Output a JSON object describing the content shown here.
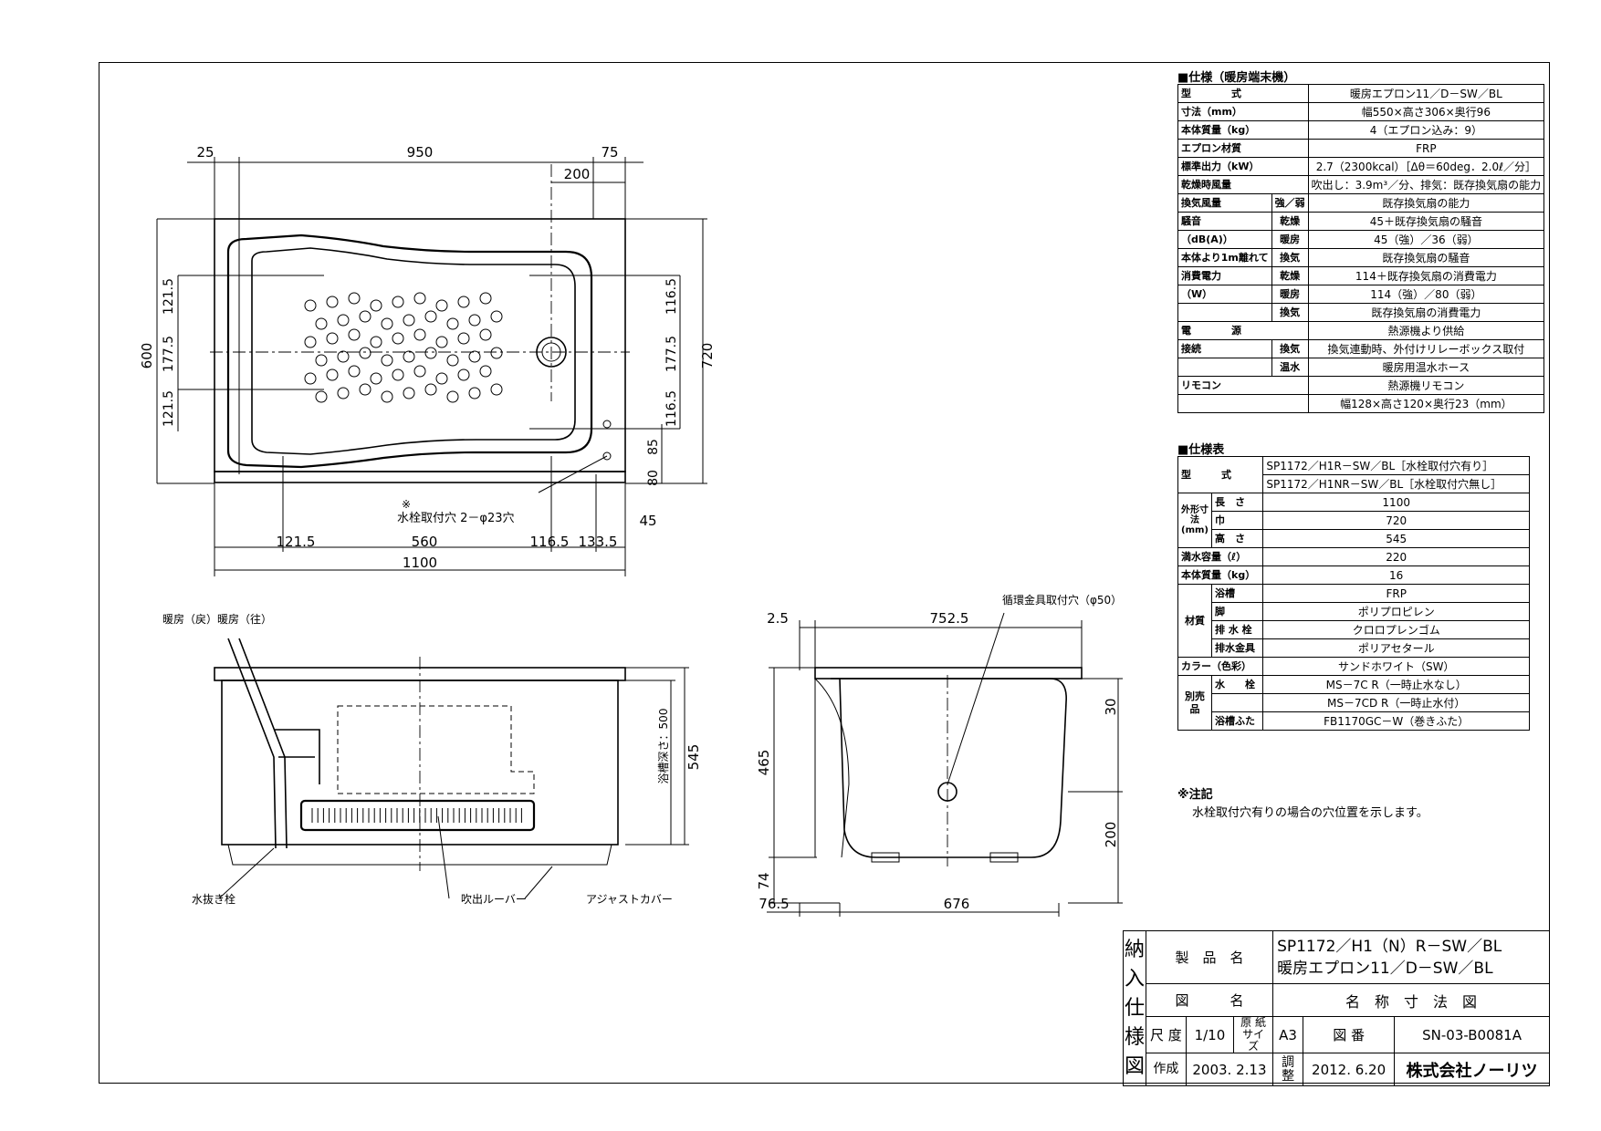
{
  "spec1": {
    "title": "■仕様（暖房端末機）",
    "rows": [
      {
        "label": "型　　　　式",
        "value": "暖房エプロン11／D－SW／BL"
      },
      {
        "label": "寸法（mm）",
        "value": "幅550×高さ306×奥行96"
      },
      {
        "label": "本体質量（kg）",
        "value": "4（エプロン込み：9）"
      },
      {
        "label": "エプロン材質",
        "value": "FRP"
      },
      {
        "label": "標準出力（kW）",
        "value": "2.7（2300kcal）［Δθ＝60deg．2.0ℓ／分］"
      },
      {
        "label": "乾燥時風量",
        "value": "吹出し：3.9m³／分、排気：既存換気扇の能力"
      },
      {
        "label": "換気風量",
        "sub": "強／弱",
        "value": "既存換気扇の能力"
      },
      {
        "label": "騒音",
        "sub": "乾燥",
        "value": "45＋既存換気扇の騒音"
      },
      {
        "label": "（dB(A)）",
        "sub": "暖房",
        "value": "45（強）／36（弱）"
      },
      {
        "label": "本体より1m離れて",
        "sub": "換気",
        "value": "既存換気扇の騒音"
      },
      {
        "label": "消費電力",
        "sub": "乾燥",
        "value": "114＋既存換気扇の消費電力"
      },
      {
        "label": "（W）",
        "sub": "暖房",
        "value": "114（強）／80（弱）"
      },
      {
        "label": "",
        "sub": "換気",
        "value": "既存換気扇の消費電力"
      },
      {
        "label": "電　　　　源",
        "value": "熱源機より供給"
      },
      {
        "label": "接続",
        "sub": "換気",
        "value": "換気連動時、外付けリレーボックス取付"
      },
      {
        "label": "",
        "sub": "温水",
        "value": "暖房用温水ホース"
      },
      {
        "label": "リモコン",
        "value": "熱源機リモコン"
      },
      {
        "label": "",
        "value": "幅128×高さ120×奥行23（mm）"
      }
    ]
  },
  "spec2": {
    "title": "■仕様表",
    "model_label": "型　　　式",
    "models": [
      "SP1172／H1R－SW／BL［水栓取付穴有り］",
      "SP1172／H1NR－SW／BL［水栓取付穴無し］"
    ],
    "dim_group": "外形寸法(mm)",
    "rows": [
      {
        "label": "長　さ",
        "value": "1100"
      },
      {
        "label": "巾",
        "value": "720"
      },
      {
        "label": "高　さ",
        "value": "545"
      },
      {
        "label": "満水容量（ℓ）",
        "value": "220"
      },
      {
        "label": "本体質量（kg）",
        "value": "16"
      },
      {
        "label": "浴槽",
        "value": "FRP"
      },
      {
        "label": "脚",
        "value": "ポリプロピレン"
      },
      {
        "label": "排 水 栓",
        "value": "クロロプレンゴム"
      },
      {
        "label": "排水金具",
        "value": "ポリアセタール"
      },
      {
        "label": "カラー（色彩）",
        "value": "サンドホワイト（SW）"
      },
      {
        "label": "水　　栓",
        "value": "MS－7C R（一時止水なし）"
      },
      {
        "label": "",
        "value": "MS－7CD R（一時止水付）"
      },
      {
        "label": "浴槽ふた",
        "value": "FB1170GC－W（巻きふた）"
      }
    ],
    "material_group": "材質",
    "extra_group": "別売品"
  },
  "notes": {
    "title": "※注記",
    "body": "水栓取付穴有りの場合の穴位置を示します。"
  },
  "plan": {
    "d_25": "25",
    "d_950": "950",
    "d_75": "75",
    "d_200": "200",
    "d_600": "600",
    "d_720": "720",
    "d_121_5a": "121.5",
    "d_177_5a": "177.5",
    "d_121_5b": "121.5",
    "d_116_5a": "116.5",
    "d_177_5b": "177.5",
    "d_116_5b": "116.5",
    "d_85": "85",
    "d_80": "80",
    "d_121_5c": "121.5",
    "d_560": "560",
    "d_116_5c": "116.5",
    "d_133_5": "133.5",
    "d_45": "45",
    "d_1100": "1100",
    "faucet_note_mark": "※",
    "faucet_note": "水栓取付穴 2－φ23穴"
  },
  "front": {
    "label_heating": "暖房（戻）暖房（往）",
    "label_drain": "水抜き栓",
    "label_louver": "吹出ルーバー",
    "label_adjust": "アジャストカバー",
    "label_depth": "浴槽深さ：500",
    "d_545": "545"
  },
  "side": {
    "label_hole": "循環金具取付穴（φ50）",
    "d_2_5": "2.5",
    "d_752_5": "752.5",
    "d_465": "465",
    "d_74": "74",
    "d_30": "30",
    "d_200": "200",
    "d_76_5": "76.5",
    "d_676": "676"
  },
  "titleblock": {
    "side_label": [
      "納",
      "入",
      "仕",
      "様",
      "図"
    ],
    "product_label": "製　品　名",
    "product_line1": "SP1172／H1（N）R－SW／BL",
    "product_line2": "暖房エプロン11／D－SW／BL",
    "drawing_label": "図　　　名",
    "drawing_name": "名　称　寸　法　図",
    "scale_label": "尺 度",
    "scale": "1/10",
    "paper_label": "原 紙サイズ",
    "paper": "A3",
    "number_label": "図 番",
    "number": "SN-03-B0081A",
    "made_label": "作成",
    "made_date": "2003. 2.13",
    "adj_label": "調整",
    "adj_date": "2012. 6.20",
    "company": "株式会社ノーリツ"
  }
}
